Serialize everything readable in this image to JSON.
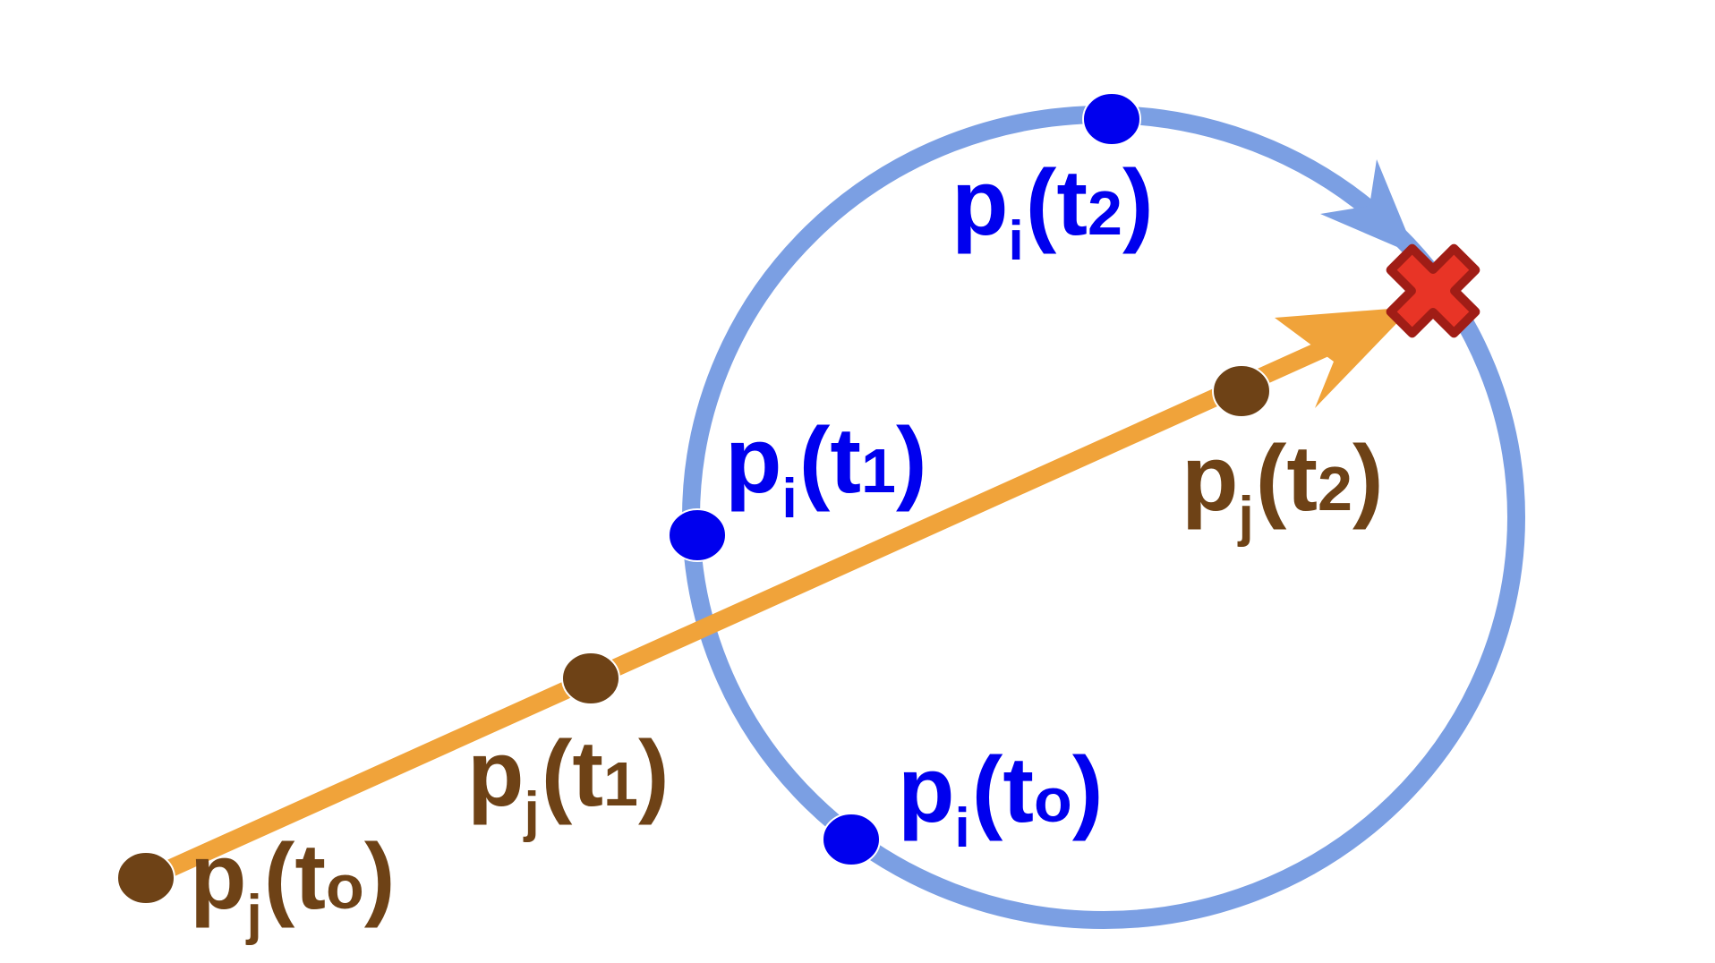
{
  "colors": {
    "circle_path": "#7B9FE3",
    "linear_path": "#F0A33A",
    "agent_i": "#0000EE",
    "agent_j": "#6E4216",
    "collision_fill": "#E83426",
    "collision_stroke": "#A01D16"
  },
  "icons": {
    "collision": "x-mark-icon"
  },
  "labels": {
    "pi_t2": {
      "p": "p",
      "sub": "i",
      "open": "(",
      "t": "t",
      "idx": "2",
      "close": ")"
    },
    "pi_t1": {
      "p": "p",
      "sub": "i",
      "open": "(",
      "t": "t",
      "idx": "1",
      "close": ")"
    },
    "pi_t0": {
      "p": "p",
      "sub": "i",
      "open": "(",
      "t": "t",
      "idx": "o",
      "close": ")"
    },
    "pj_t2": {
      "p": "p",
      "sub": "j",
      "open": "(",
      "t": "t",
      "idx": "2",
      "close": ")"
    },
    "pj_t1": {
      "p": "p",
      "sub": "j",
      "open": "(",
      "t": "t",
      "idx": "1",
      "close": ")"
    },
    "pj_t0": {
      "p": "p",
      "sub": "j",
      "open": "(",
      "t": "t",
      "idx": "o",
      "close": ")"
    }
  }
}
